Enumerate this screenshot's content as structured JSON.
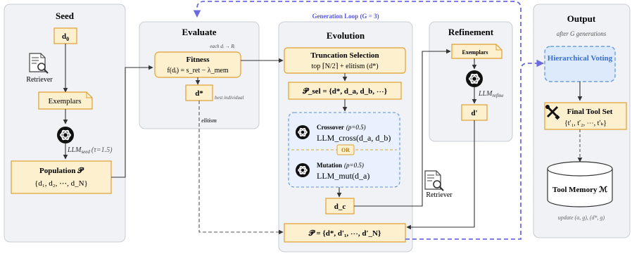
{
  "colors": {
    "panel_fill": "#f1f2f5",
    "panel_stroke": "#c8ccd4",
    "box_fill": "#fdf0cf",
    "box_stroke": "#e0a030",
    "crossover_fill": "#e8f1fd",
    "crossover_stroke": "#5a8fd8",
    "loop_arrow": "#6b6be0",
    "voting_fill": "#ddeafc",
    "voting_text": "#3a6fd0"
  },
  "seed": {
    "title": "Seed",
    "d0": "d",
    "d0_sub": "0",
    "retriever_label": "Retriever",
    "exemplars": "Exemplars",
    "llm_seed": "LLM",
    "llm_seed_sub": "seed",
    "llm_seed_tau": "(τ=1.5)",
    "population_title": "Population 𝒫",
    "population_set": "{d₁, d₂, ⋯, d_N}"
  },
  "evaluate": {
    "title": "Evaluate",
    "each_note": "each dᵢ → Rᵢ",
    "fitness_title": "Fitness",
    "fitness_formula": "f(dᵢ) = s_ret − λ_mem",
    "d_star": "d*",
    "best_individual": "best individual",
    "elitism": "elitism"
  },
  "evolution": {
    "loop_label": "Generation Loop (G = 3)",
    "title": "Evolution",
    "truncation_title": "Truncation Selection",
    "truncation_body": "top ⌈N/2⌉ + elitism (d*)",
    "selected_set": "𝒫_sel = {d*, d_a, d_b, ⋯}",
    "crossover_title": "Crossover",
    "crossover_p": "(p=0.5)",
    "crossover_fn": "LLM_cross(d_a, d_b)",
    "or_label": "OR",
    "mutation_title": "Mutation",
    "mutation_p": "(p=0.5)",
    "mutation_fn": "LLM_mut(d_a)",
    "dc": "d_c",
    "new_population": "𝒫 = {d*, d′₁, ⋯, d′_N}"
  },
  "refinement": {
    "title": "Refinement",
    "exemplars": "Exemplars",
    "llm_refine": "LLM",
    "llm_refine_sub": "refine",
    "d_prime": "d'",
    "retriever_label": "Retriever"
  },
  "output": {
    "title": "Output",
    "subtitle": "after G generations",
    "voting": "Hierarchical Voting",
    "final_title": "Final Tool Set",
    "final_set": "{t′₁, t′₂, ⋯, t′ₖ}",
    "memory": "Tool Memory ℳ",
    "update_note": "update (a, g), (d*, g)"
  }
}
